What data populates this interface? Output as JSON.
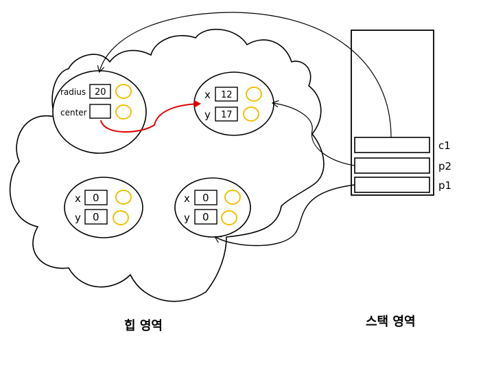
{
  "heap": {
    "label": "힙 영역",
    "circle_object": {
      "fields": [
        {
          "name": "radius",
          "value": "20"
        },
        {
          "name": "center",
          "value": ""
        }
      ]
    },
    "point_objects": [
      {
        "fields": [
          {
            "name": "x",
            "value": "12"
          },
          {
            "name": "y",
            "value": "17"
          }
        ]
      },
      {
        "fields": [
          {
            "name": "x",
            "value": "0"
          },
          {
            "name": "y",
            "value": "0"
          }
        ]
      },
      {
        "fields": [
          {
            "name": "x",
            "value": "0"
          },
          {
            "name": "y",
            "value": "0"
          }
        ]
      }
    ]
  },
  "stack": {
    "label": "스택 영역",
    "variables": [
      "c1",
      "p2",
      "p1"
    ]
  },
  "colors": {
    "line": "#000000",
    "reference_arrow": "#e00000",
    "lock_ring": "#f0c000"
  }
}
